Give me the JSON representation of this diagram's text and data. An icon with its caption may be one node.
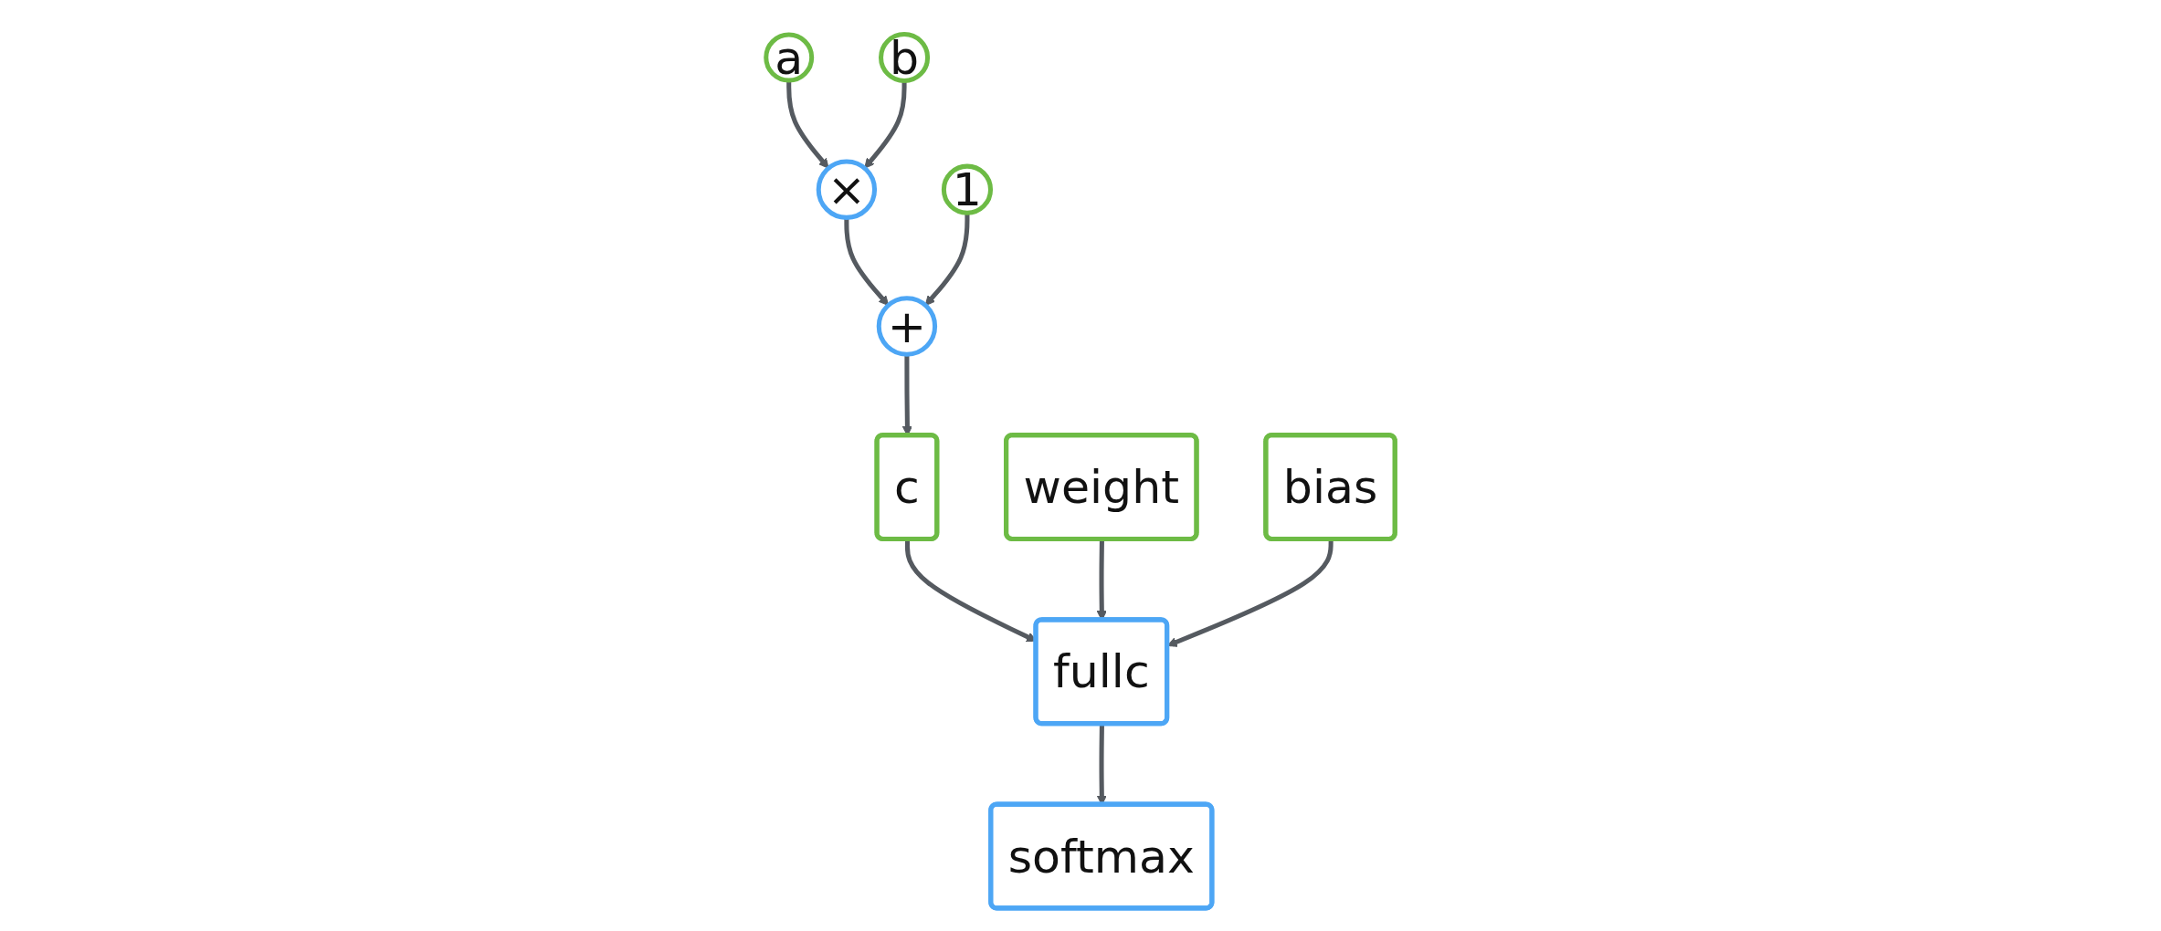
{
  "diagram": {
    "nodes": [
      {
        "text": [
          "a"
        ]
      },
      {
        "text": [
          "b"
        ]
      },
      {
        "text": [
          "×"
        ]
      },
      {
        "text": [
          "1"
        ]
      },
      {
        "text": [
          "+"
        ]
      },
      {
        "text": [
          "c"
        ]
      },
      {
        "text": [
          "fullc"
        ]
      },
      {
        "text": [
          "weight"
        ]
      },
      {
        "text": [
          "bias"
        ]
      },
      {
        "text": [
          "softmax"
        ]
      }
    ],
    "edges": [
      {
        "from": 0,
        "to": 2,
        "arrow": "to"
      },
      {
        "from": 1,
        "to": 2,
        "arrow": "to"
      },
      {
        "from": 2,
        "to": 4,
        "arrow": "to"
      },
      {
        "from": 3,
        "to": 4,
        "arrow": "to"
      },
      {
        "from": 4,
        "to": 5,
        "arrow": "to"
      },
      {
        "from": 5,
        "to": 6,
        "arrow": "to"
      },
      {
        "from": 7,
        "to": 6,
        "arrow": "to"
      },
      {
        "from": 8,
        "to": 6,
        "arrow": "to"
      },
      {
        "from": 6,
        "to": 9,
        "arrow": "to"
      }
    ]
  }
}
